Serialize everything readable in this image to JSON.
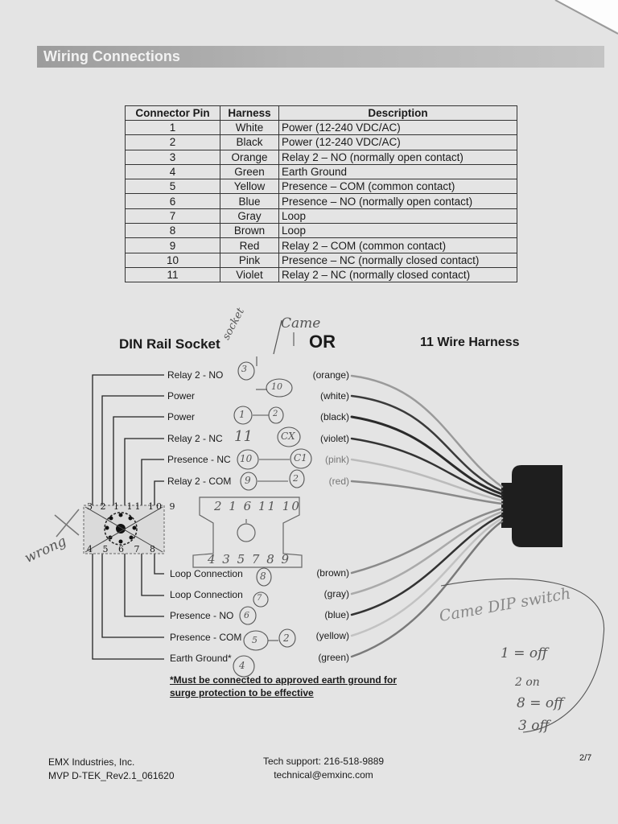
{
  "section": {
    "title": "Wiring Connections"
  },
  "table": {
    "headers": [
      "Connector Pin",
      "Harness",
      "Description"
    ],
    "rows": [
      [
        "1",
        "White",
        "Power (12-240 VDC/AC)"
      ],
      [
        "2",
        "Black",
        "Power (12-240 VDC/AC)"
      ],
      [
        "3",
        "Orange",
        "Relay 2 – NO (normally open contact)"
      ],
      [
        "4",
        "Green",
        "Earth Ground"
      ],
      [
        "5",
        "Yellow",
        "Presence – COM (common contact)"
      ],
      [
        "6",
        "Blue",
        "Presence – NO (normally open contact)"
      ],
      [
        "7",
        "Gray",
        "Loop"
      ],
      [
        "8",
        "Brown",
        "Loop"
      ],
      [
        "9",
        "Red",
        "Relay 2 – COM (common contact)"
      ],
      [
        "10",
        "Pink",
        "Presence – NC (normally closed contact)"
      ],
      [
        "11",
        "Violet",
        "Relay 2 – NC (normally closed contact)"
      ]
    ]
  },
  "diagram": {
    "din_title": "DIN Rail Socket",
    "or_text": "OR",
    "harness_title": "11 Wire Harness",
    "top_labels": [
      "Relay 2 - NO",
      "Power",
      "Power",
      "Relay 2 - NC",
      "Presence - NC",
      "Relay 2 - COM"
    ],
    "top_wires": [
      "(orange)",
      "(white)",
      "(black)",
      "(violet)",
      "(pink)",
      "(red)"
    ],
    "bottom_labels": [
      "Loop Connection",
      "Loop Connection",
      "Presence - NO",
      "Presence - COM",
      "Earth Ground*"
    ],
    "bottom_wires": [
      "(brown)",
      "(gray)",
      "(blue)",
      "(yellow)",
      "(green)"
    ],
    "socket_top_pins": [
      "3",
      "2",
      "1",
      "11",
      "10",
      "9"
    ],
    "socket_bottom_pins": [
      "4",
      "5",
      "6",
      "7",
      "8"
    ],
    "note_line1": "*Must be connected to approved earth ground for",
    "note_line2": "surge protection to be effective"
  },
  "handwriting": {
    "socket": "socket",
    "came": "Came",
    "top_circles": [
      "3",
      "10",
      "1",
      "2",
      "11",
      "CX",
      "10",
      "C1",
      "9",
      "2"
    ],
    "bottom_circles": [
      "8",
      "7",
      "6",
      "5",
      "2",
      "4"
    ],
    "sketch_top": "2 1 6 11 10",
    "sketch_bottom": "4 3 5 7 8 9",
    "wrong": "wrong",
    "note_lines": [
      "Came DIP switch",
      "1 = off",
      "2 on",
      "8 = off",
      "3 off"
    ]
  },
  "footer": {
    "company": "EMX Industries, Inc.",
    "model": "MVP D-TEK_Rev2.1_061620",
    "support": "Tech support: 216-518-9889",
    "email": "technical@emxinc.com",
    "page": "2/7"
  },
  "colors": {
    "page": "#e4e4e4",
    "bar": "#a8a8a8",
    "ink": "#1a1a1a",
    "connector": "#1e1e1e"
  }
}
